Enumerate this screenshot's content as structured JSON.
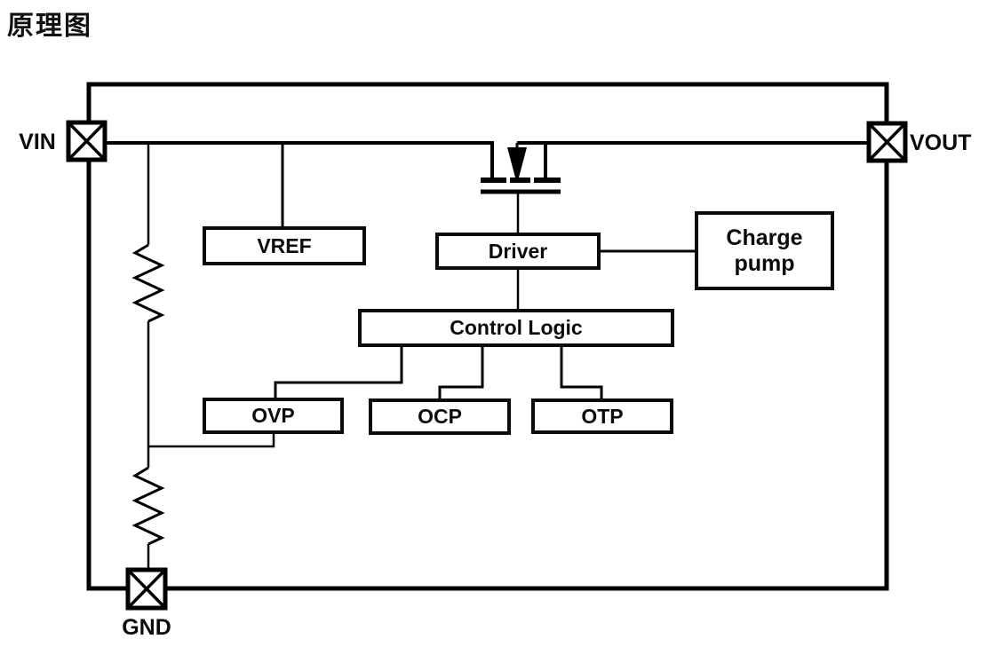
{
  "title": "原理图",
  "pins": {
    "vin": "VIN",
    "vout": "VOUT",
    "gnd": "GND"
  },
  "blocks": {
    "vref": "VREF",
    "driver": "Driver",
    "charge_pump": "Charge pump",
    "control_logic": "Control Logic",
    "ovp": "OVP",
    "ocp": "OCP",
    "otp": "OTP"
  },
  "colors": {
    "line": "#000000",
    "background": "#ffffff",
    "text": "#0b0b0b"
  }
}
